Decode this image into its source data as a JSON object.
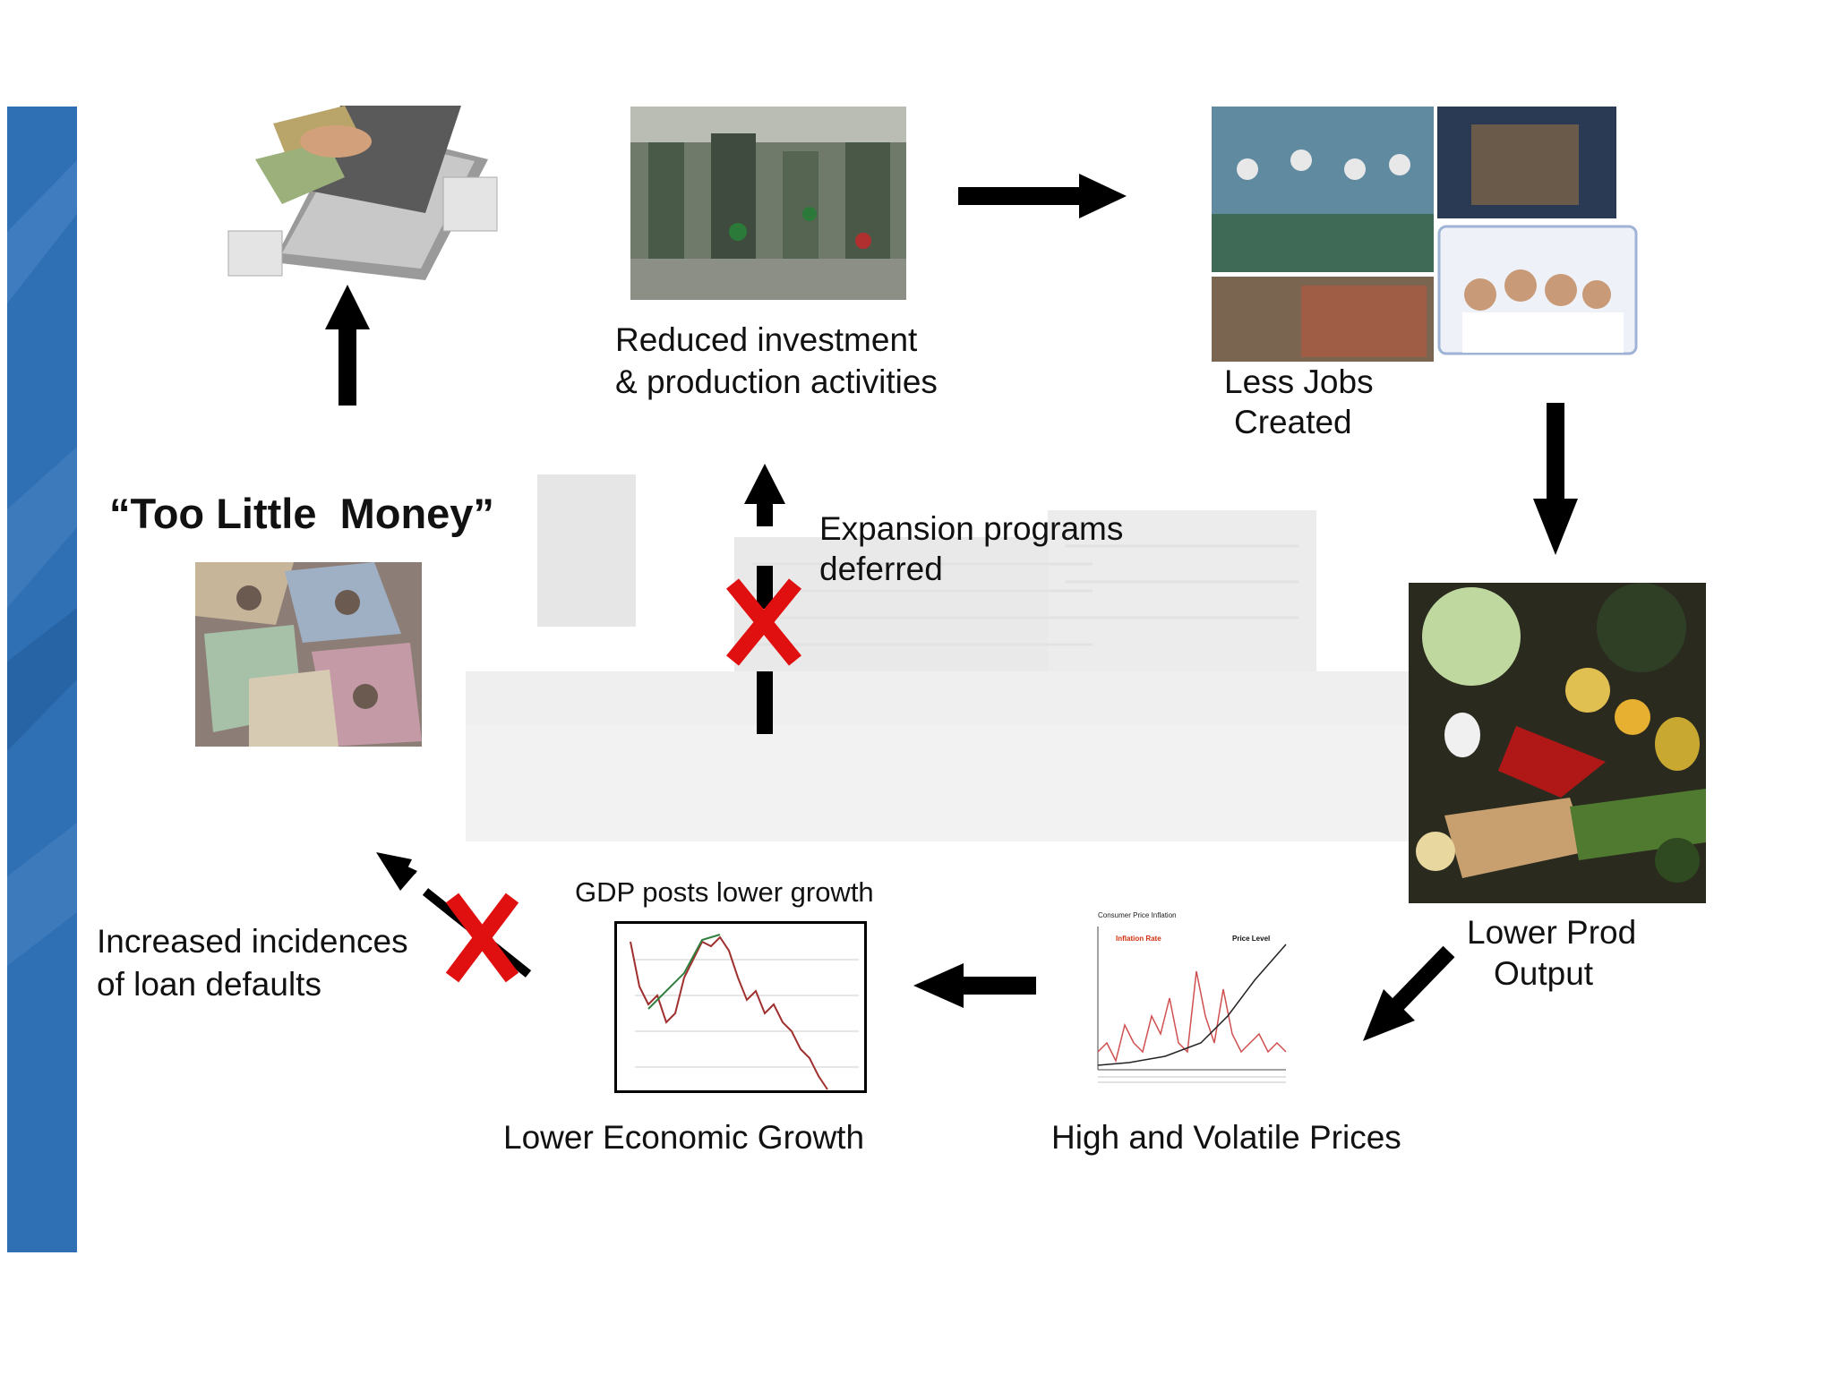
{
  "colors": {
    "accent_bar": "#2f6fb3",
    "cross": "#e01010",
    "arrow": "#000000"
  },
  "labels": {
    "too_little_money": "“Too Little  Money”",
    "reduced_investment_line1": "Reduced investment",
    "reduced_investment_line2": "& production activities",
    "less_jobs_line1": "Less Jobs",
    "less_jobs_line2": "Created",
    "expansion_line1": "Expansion programs",
    "expansion_line2": "deferred",
    "lower_prod_line1": "Lower Prod",
    "lower_prod_line2": "Output",
    "gdp_posts": "GDP posts lower growth",
    "loan_defaults_line1": "Increased incidences",
    "loan_defaults_line2": "of loan defaults",
    "lower_growth": "Lower Economic Growth",
    "high_prices": "High and Volatile Prices"
  },
  "cpi_chart": {
    "title": "Consumer Price Inflation",
    "legend_inflation": "Inflation Rate",
    "legend_price": "Price Level"
  },
  "icons": {
    "laptop_money": "laptop-money-image",
    "factory": "factory-image",
    "workers": "workers-image",
    "banknotes": "banknotes-image",
    "vegetables": "vegetables-image",
    "stock_chart": "stock-chart-image",
    "cpi_chart": "cpi-chart-image"
  }
}
